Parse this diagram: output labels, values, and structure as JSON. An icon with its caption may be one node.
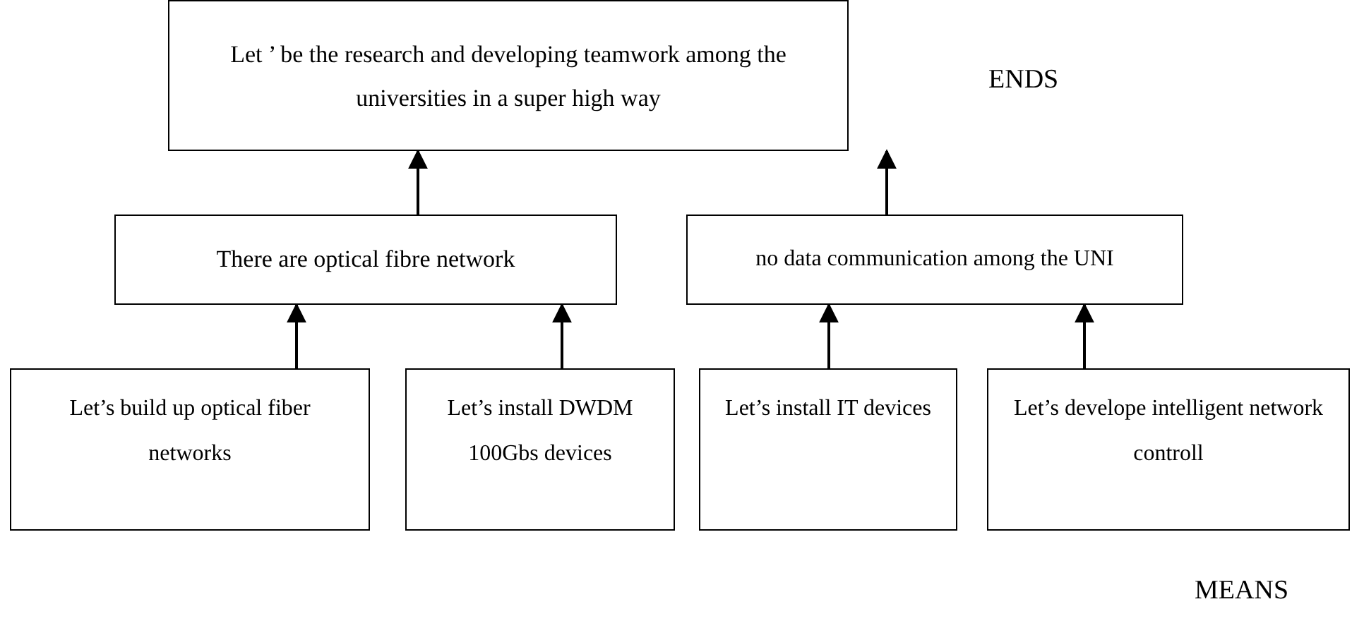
{
  "diagram": {
    "nodes": [
      {
        "text": [
          "Let ’ be the research and developing teamwork among the universities in a super high way"
        ]
      },
      {
        "text": [
          "There are optical fibre network"
        ]
      },
      {
        "text": [
          "no data communication among the UNI"
        ]
      },
      {
        "text": [
          "Let’s build up optical fiber networks"
        ]
      },
      {
        "text": [
          "Let’s install DWDM 100Gbs devices"
        ]
      },
      {
        "text": [
          "Let’s install IT devices"
        ]
      },
      {
        "text": [
          "Let’s develope intelligent network controll"
        ]
      }
    ],
    "edges": [
      {
        "from": 1,
        "to": 0,
        "arrow": "to"
      },
      {
        "from": 2,
        "to": 0,
        "arrow": "to"
      },
      {
        "from": 3,
        "to": 1,
        "arrow": "to"
      },
      {
        "from": 4,
        "to": 1,
        "arrow": "to"
      },
      {
        "from": 5,
        "to": 2,
        "arrow": "to"
      },
      {
        "from": 6,
        "to": 2,
        "arrow": "to"
      }
    ],
    "labels": [
      "ENDS",
      "MEANS"
    ]
  }
}
